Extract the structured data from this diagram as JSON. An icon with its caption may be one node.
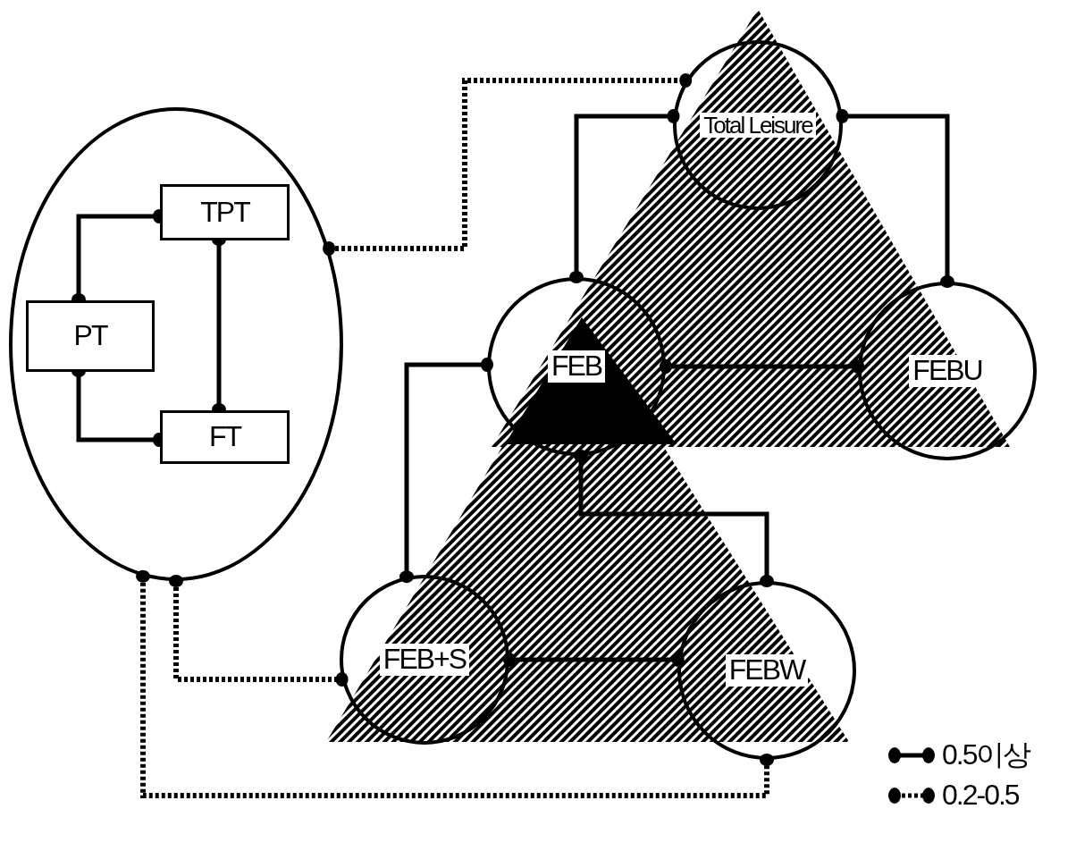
{
  "diagram": {
    "nodes": [
      {
        "text": [],
        "shape": "ellipse"
      },
      {
        "text": [
          "TPT"
        ],
        "in": 0
      },
      {
        "text": [
          "PT"
        ],
        "in": 0
      },
      {
        "text": [
          "FT"
        ],
        "in": 0
      },
      {
        "text": [
          "Total Leisure"
        ]
      },
      {
        "text": [
          "FEB"
        ]
      },
      {
        "text": [
          "FEBU"
        ]
      },
      {
        "text": [
          "FEB+S"
        ]
      },
      {
        "text": [
          "FEBW"
        ]
      }
    ],
    "edges": [
      {
        "from": 2,
        "to": 1,
        "arrow": "other"
      },
      {
        "from": 2,
        "to": 3,
        "arrow": "other"
      },
      {
        "from": 1,
        "to": 3,
        "arrow": "other"
      },
      {
        "from": 4,
        "to": 5,
        "arrow": "other"
      },
      {
        "from": 4,
        "to": 6,
        "arrow": "other"
      },
      {
        "from": 5,
        "to": 6,
        "arrow": "other"
      },
      {
        "from": 5,
        "to": 7,
        "arrow": "other"
      },
      {
        "from": 5,
        "to": 8,
        "arrow": "other"
      },
      {
        "from": 7,
        "to": 8,
        "arrow": "other"
      },
      {
        "from": 0,
        "to": 4,
        "arrow": "other",
        "style": "dashed"
      },
      {
        "from": 0,
        "to": 7,
        "arrow": "other",
        "style": "dashed"
      },
      {
        "from": 0,
        "to": 8,
        "arrow": "other",
        "style": "dashed"
      }
    ],
    "legend": [
      {
        "text": "0.5이상"
      },
      {
        "text": "0.2-0.5"
      }
    ]
  }
}
